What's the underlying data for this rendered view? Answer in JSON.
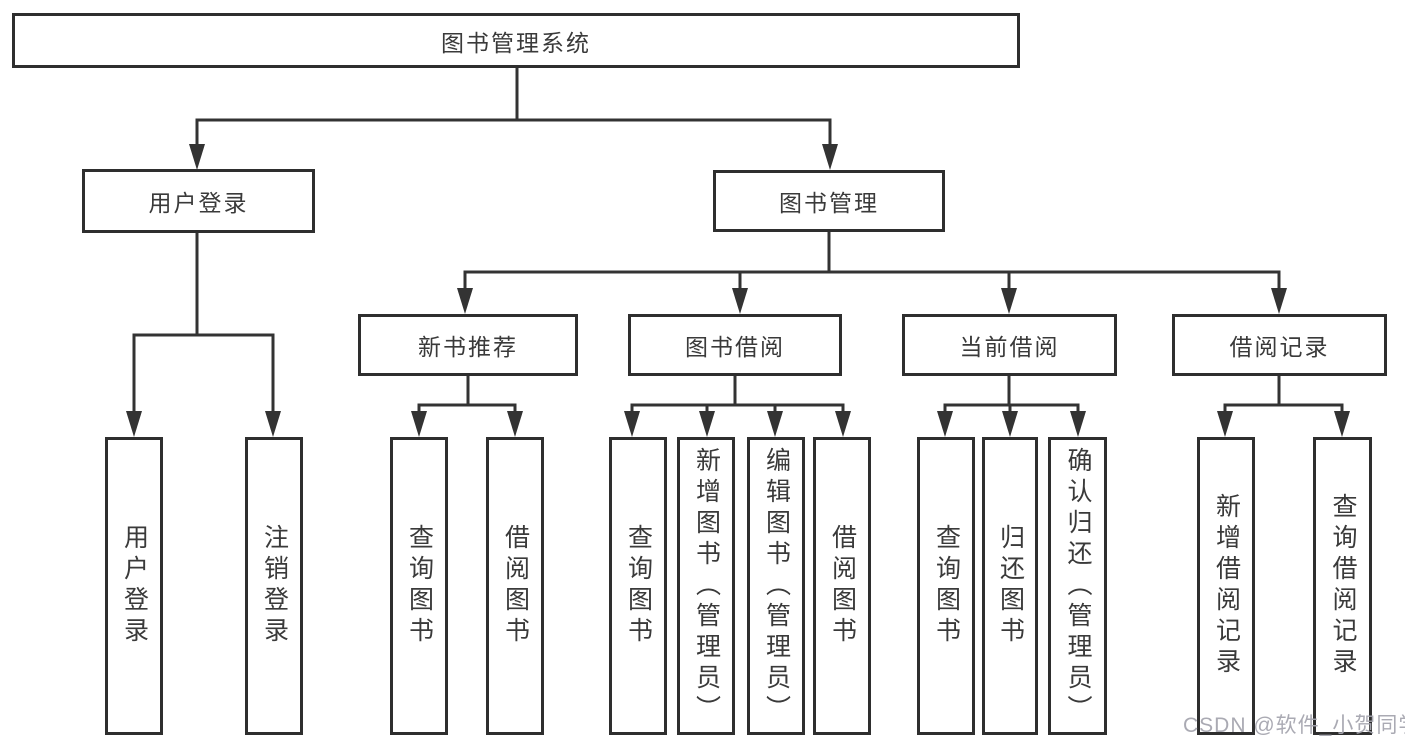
{
  "title": "图书管理系统",
  "tree": {
    "label": "图书管理系统",
    "children": [
      {
        "label": "用户登录",
        "children": [
          {
            "label": "用户登录"
          },
          {
            "label": "注销登录"
          }
        ]
      },
      {
        "label": "图书管理",
        "children": [
          {
            "label": "新书推荐",
            "children": [
              {
                "label": "查询图书"
              },
              {
                "label": "借阅图书"
              }
            ]
          },
          {
            "label": "图书借阅",
            "children": [
              {
                "label": "查询图书"
              },
              {
                "label": "新增图书（管理员）"
              },
              {
                "label": "编辑图书（管理员）"
              },
              {
                "label": "借阅图书"
              }
            ]
          },
          {
            "label": "当前借阅",
            "children": [
              {
                "label": "查询图书"
              },
              {
                "label": "归还图书"
              },
              {
                "label": "确认归还（管理员）"
              }
            ]
          },
          {
            "label": "借阅记录",
            "children": [
              {
                "label": "新增借阅记录"
              },
              {
                "label": "查询借阅记录"
              }
            ]
          }
        ]
      }
    ]
  },
  "watermark": "CSDN @软件_小贺同学",
  "colors": {
    "line": "#333333",
    "border": "#2e2e2e",
    "text": "#3a3a3a",
    "watermark": "#a5a5af",
    "background": "#ffffff"
  }
}
